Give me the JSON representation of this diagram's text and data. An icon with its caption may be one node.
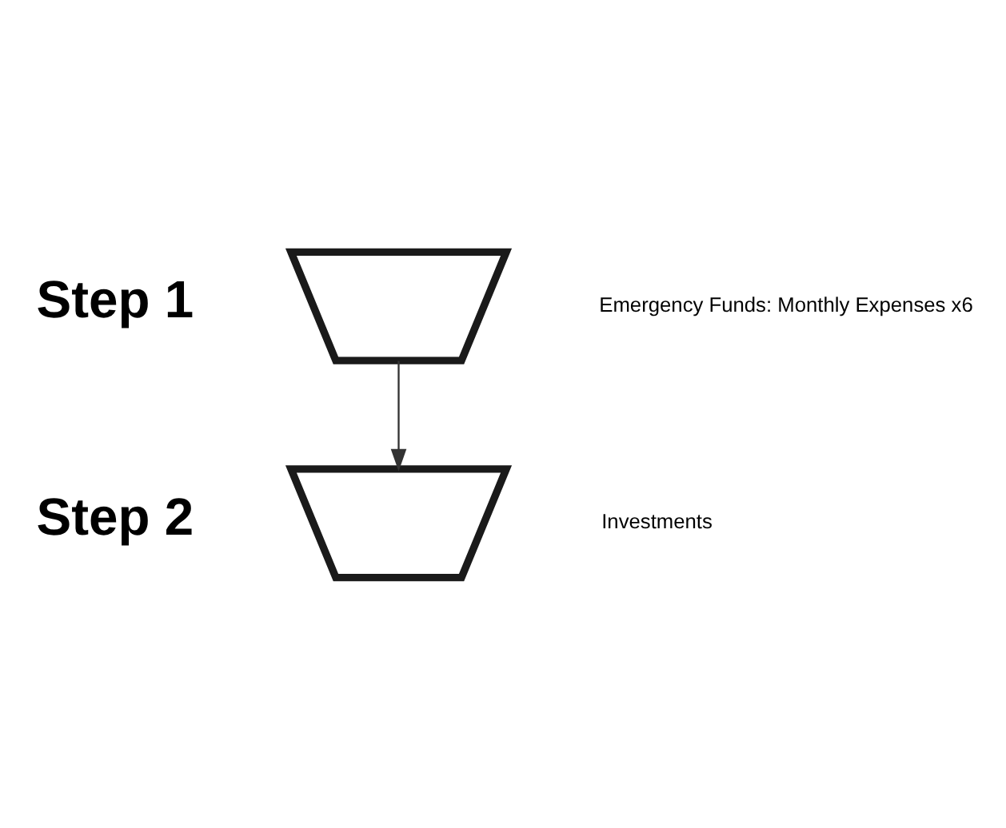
{
  "diagram": {
    "nodes": [
      {
        "text": [],
        "shape": "basket",
        "beside": [
          "Step 1"
        ]
      },
      {
        "text": [],
        "shape": "basket",
        "beside": [
          "Step 2"
        ]
      }
    ],
    "labels": [
      "Emergency Funds: Monthly Expenses x6",
      "Investments"
    ],
    "edges": [
      {
        "from": 0,
        "to": 1,
        "arrow": "to"
      }
    ]
  }
}
